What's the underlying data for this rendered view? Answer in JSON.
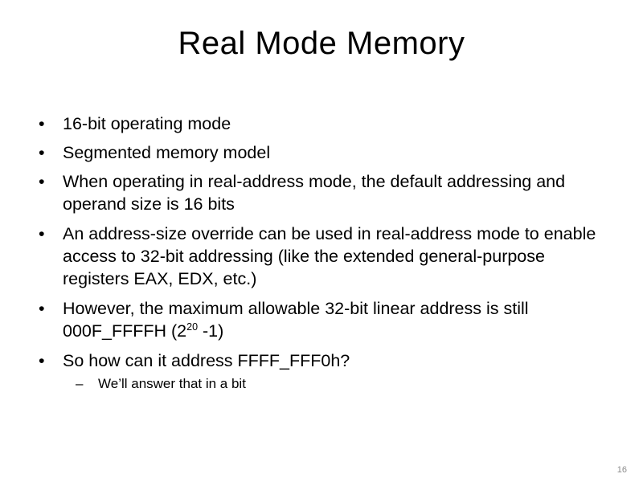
{
  "slide": {
    "title": "Real Mode Memory",
    "page_number": "16",
    "bullet_marker": "•",
    "subbullet_marker": "–",
    "bullets": [
      {
        "text": "16-bit operating mode"
      },
      {
        "text": "Segmented memory model"
      },
      {
        "text": "When operating in real-address mode, the default addressing and operand size is 16 bits"
      },
      {
        "text": "An address-size override can be used in real-address mode to enable access to 32-bit addressing (like the extended general-purpose registers EAX, EDX, etc.)"
      },
      {
        "text_before": "However, the maximum allowable 32-bit linear address is still 000F_FFFFH (2",
        "superscript": "20",
        "text_after": " -1)"
      },
      {
        "text": "So how can it address FFFF_FFF0h?",
        "subbullets": [
          {
            "text": "We’ll answer that in a bit"
          }
        ]
      }
    ]
  }
}
